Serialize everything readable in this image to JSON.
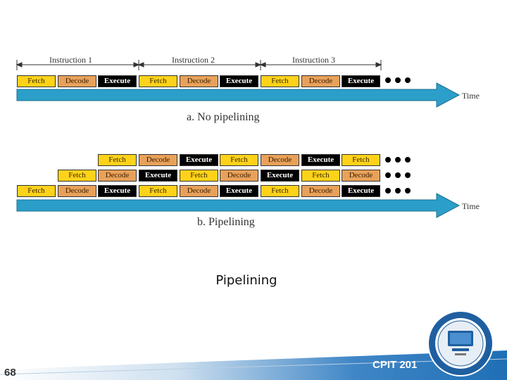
{
  "diagram_a": {
    "instruction_labels": [
      "Instruction 1",
      "Instruction 2",
      "Instruction 3"
    ],
    "stages": [
      "Fetch",
      "Decode",
      "Execute",
      "Fetch",
      "Decode",
      "Execute",
      "Fetch",
      "Decode",
      "Execute"
    ],
    "time_label": "Time",
    "caption": "a. No pipelining"
  },
  "diagram_b": {
    "rows": [
      [
        "Fetch",
        "Decode",
        "Execute",
        "Fetch",
        "Decode",
        "Execute",
        "Fetch"
      ],
      [
        "Fetch",
        "Decode",
        "Execute",
        "Fetch",
        "Decode",
        "Execute",
        "Fetch",
        "Decode"
      ],
      [
        "Fetch",
        "Decode",
        "Execute",
        "Fetch",
        "Decode",
        "Execute",
        "Fetch",
        "Decode",
        "Execute"
      ]
    ],
    "time_label": "Time",
    "caption": "b. Pipelining"
  },
  "slide_caption": "Pipelining",
  "footer": {
    "page_number": "68",
    "course_code": "CPIT 201"
  },
  "colors": {
    "fetch": "#ffd21a",
    "decode": "#e8a15a",
    "execute": "#000000",
    "arrow": "#2b9fc9",
    "footer": "#1f6fb5"
  }
}
